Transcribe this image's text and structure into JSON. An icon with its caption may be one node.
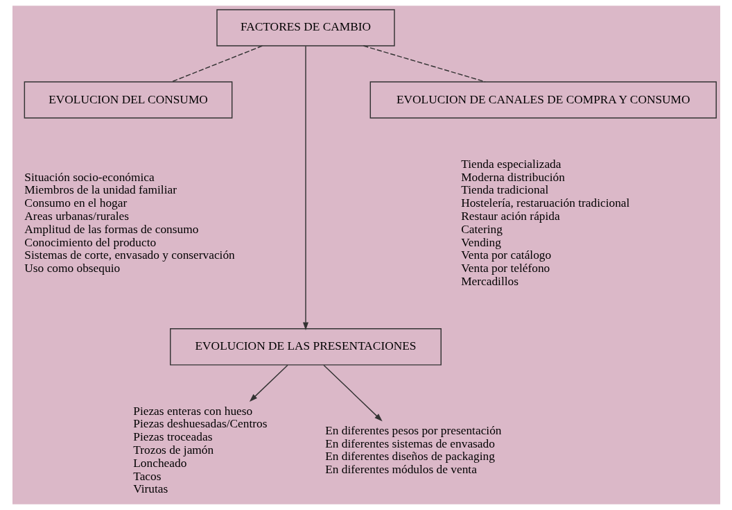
{
  "diagram": {
    "nodes": [
      {
        "text": [
          "FACTORES DE CAMBIO"
        ]
      },
      {
        "text": [
          "EVOLUCION DEL CONSUMO"
        ],
        "beside": [
          "Situación socio-económica",
          "Miembros de la unidad familiar",
          "Consumo en el hogar",
          "Areas urbanas/rurales",
          "Amplitud de las formas de consumo",
          "Conocimiento del producto",
          "Sistemas de corte, envasado y conservación",
          "Uso como obsequio"
        ]
      },
      {
        "text": [
          "EVOLUCION DE CANALES DE COMPRA Y CONSUMO"
        ],
        "beside": [
          "Tienda especializada",
          "Moderna distribución",
          "Tienda tradicional",
          "Hostelería, restaruación tradicional",
          "Restaur ación rápida",
          "Catering",
          "Vending",
          "Venta por catálogo",
          "Venta por teléfono",
          "Mercadillos"
        ]
      },
      {
        "text": [
          "EVOLUCION DE LAS PRESENTACIONES"
        ]
      },
      {
        "text": [
          "Piezas enteras con hueso",
          "Piezas deshuesadas/Centros",
          "Piezas troceadas",
          "Trozos de jamón",
          "Loncheado",
          "Tacos",
          "Virutas"
        ]
      },
      {
        "text": [
          "En diferentes pesos por presentación",
          "En diferentes sistemas de envasado",
          "En diferentes diseños de packaging",
          "En diferentes módulos de venta"
        ]
      }
    ],
    "edges": [
      {
        "from": 0,
        "to": 1,
        "arrow": "none",
        "style": "dashed"
      },
      {
        "from": 0,
        "to": 2,
        "arrow": "none",
        "style": "dashed"
      },
      {
        "from": 0,
        "to": 3,
        "arrow": "to"
      },
      {
        "from": 3,
        "to": 4,
        "arrow": "to"
      },
      {
        "from": 3,
        "to": 5,
        "arrow": "to"
      }
    ]
  }
}
